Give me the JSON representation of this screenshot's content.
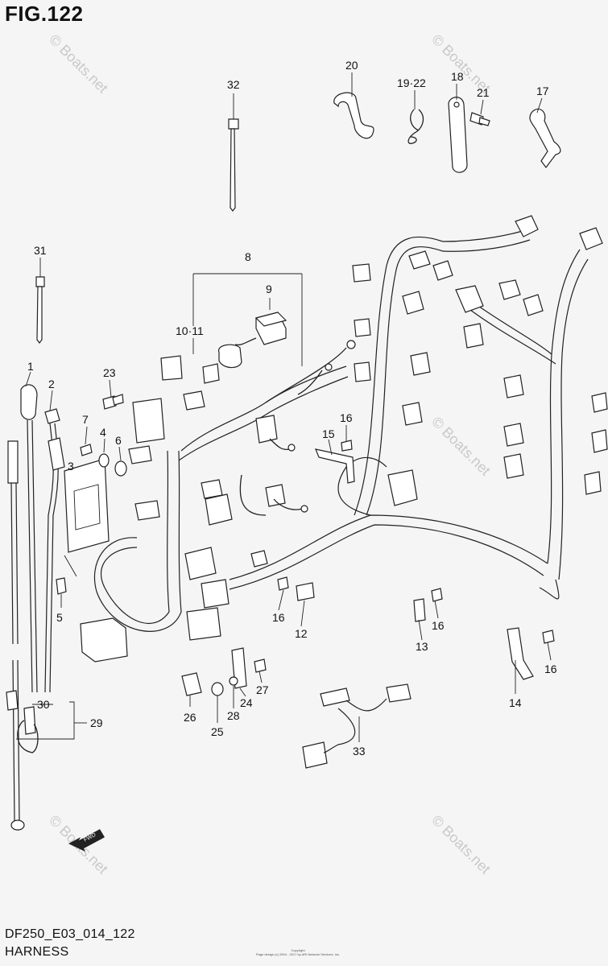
{
  "figure": {
    "title": "FIG.122"
  },
  "footer": {
    "code": "DF250_E03_014_122",
    "name": "HARNESS"
  },
  "copyright": {
    "line1": "Copyright",
    "line2": "Page design (c) 2004 - 2017 by ARI Network Services, Inc."
  },
  "watermark": "© Boats.net",
  "fwd_label": "FWD",
  "callouts": {
    "c1": "1",
    "c2": "2",
    "c3": "3",
    "c4": "4",
    "c5": "5",
    "c6": "6",
    "c7": "7",
    "c8": "8",
    "c9": "9",
    "c10_11": "10·11",
    "c12": "12",
    "c13": "13",
    "c14": "14",
    "c15": "15",
    "c16a": "16",
    "c16b": "16",
    "c16c": "16",
    "c16d": "16",
    "c17": "17",
    "c18": "18",
    "c19_22": "19·22",
    "c20": "20",
    "c21": "21",
    "c23": "23",
    "c24": "24",
    "c25": "25",
    "c26": "26",
    "c27": "27",
    "c28": "28",
    "c29": "29",
    "c30": "30",
    "c31": "31",
    "c32": "32",
    "c33": "33"
  }
}
